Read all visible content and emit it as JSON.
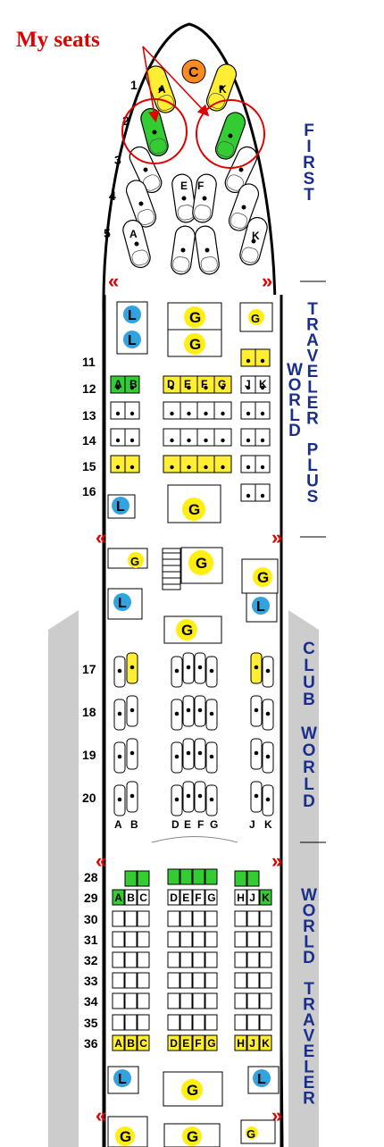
{
  "annotation": {
    "text": "My seats"
  },
  "colors": {
    "selected": "#33cc33",
    "yellow": "#ffee33",
    "orange": "#ff8a1e",
    "lav_blue": "#33a3df",
    "galley_yellow": "#ffee11",
    "cabin_text": "#1a2f8c",
    "arrow_red": "#e00000",
    "empty": "#ffffff",
    "grey_panel": "#cccccc"
  },
  "cabins": [
    {
      "name": "FIRST",
      "letters": [
        "F",
        "I",
        "R",
        "S",
        "T"
      ]
    },
    {
      "name": "WORLD TRAVELER PLUS",
      "left": [
        "W",
        "O",
        "R",
        "L",
        "D"
      ],
      "right": [
        "T",
        "R",
        "A",
        "V",
        "E",
        "L",
        "E",
        "R",
        "",
        "P",
        "L",
        "U",
        "S"
      ]
    },
    {
      "name": "CLUB WORLD",
      "letters": [
        "C",
        "L",
        "U",
        "B",
        "",
        "W",
        "O",
        "R",
        "L",
        "D"
      ]
    },
    {
      "name": "WORLD TRAVELER",
      "letters": [
        "W",
        "O",
        "R",
        "L",
        "D",
        "",
        "T",
        "R",
        "A",
        "V",
        "E",
        "L",
        "E",
        "R"
      ]
    }
  ],
  "first": {
    "rows": [
      "1",
      "2",
      "3",
      "4",
      "5"
    ],
    "seat_A": "A",
    "seat_K": "K",
    "seat_E": "E",
    "seat_F": "F",
    "crew": "C",
    "row5_A": "A",
    "row5_K": "K"
  },
  "wtp": {
    "rows": [
      "11",
      "12",
      "13",
      "14",
      "15",
      "16"
    ],
    "row12_letters": [
      "A",
      "B",
      "D",
      "E",
      "F",
      "G",
      "J",
      "K"
    ]
  },
  "club": {
    "rows": [
      "17",
      "18",
      "19",
      "20"
    ],
    "bottom_letters": [
      "A",
      "B",
      "D",
      "E",
      "F",
      "G",
      "J",
      "K"
    ]
  },
  "wt": {
    "rows": [
      "28",
      "29",
      "30",
      "31",
      "32",
      "33",
      "34",
      "35",
      "36"
    ],
    "letters": [
      "A",
      "B",
      "C",
      "D",
      "E",
      "F",
      "G",
      "H",
      "J",
      "K"
    ]
  },
  "facilities": {
    "lav": "L",
    "galley": "G"
  }
}
